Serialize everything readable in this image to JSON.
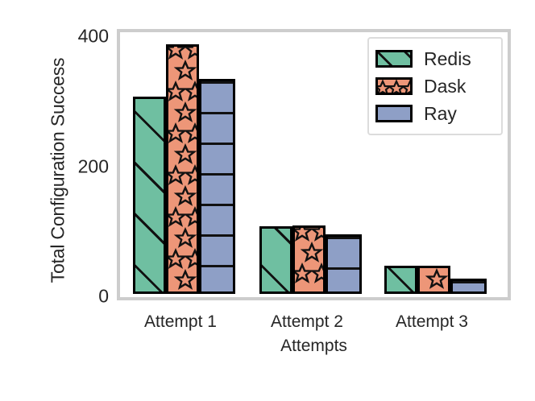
{
  "chart_data": {
    "type": "bar",
    "title": "",
    "xlabel": "Attempts",
    "ylabel": "Total Configuration Success",
    "categories": [
      "Attempt 1",
      "Attempt 2",
      "Attempt 3"
    ],
    "series": [
      {
        "name": "Redis",
        "values": [
          303,
          104,
          43
        ],
        "color": "#6fbfa1",
        "hatch": "diagonal"
      },
      {
        "name": "Dask",
        "values": [
          384,
          105,
          43
        ],
        "color": "#ed9678",
        "hatch": "star"
      },
      {
        "name": "Ray",
        "values": [
          331,
          92,
          24
        ],
        "color": "#8e9fc6",
        "hatch": "horizontal"
      }
    ],
    "ylim": [
      0,
      400
    ],
    "yticks": [
      0,
      200,
      400
    ],
    "ytick_labels": [
      "0",
      "200",
      "400"
    ],
    "grid": false,
    "legend_position": "upper right",
    "frame_color": "#cdcdcd",
    "edge_color": "#000000"
  },
  "legend": {
    "entries": [
      {
        "label": "Redis"
      },
      {
        "label": "Dask"
      },
      {
        "label": "Ray"
      }
    ]
  }
}
